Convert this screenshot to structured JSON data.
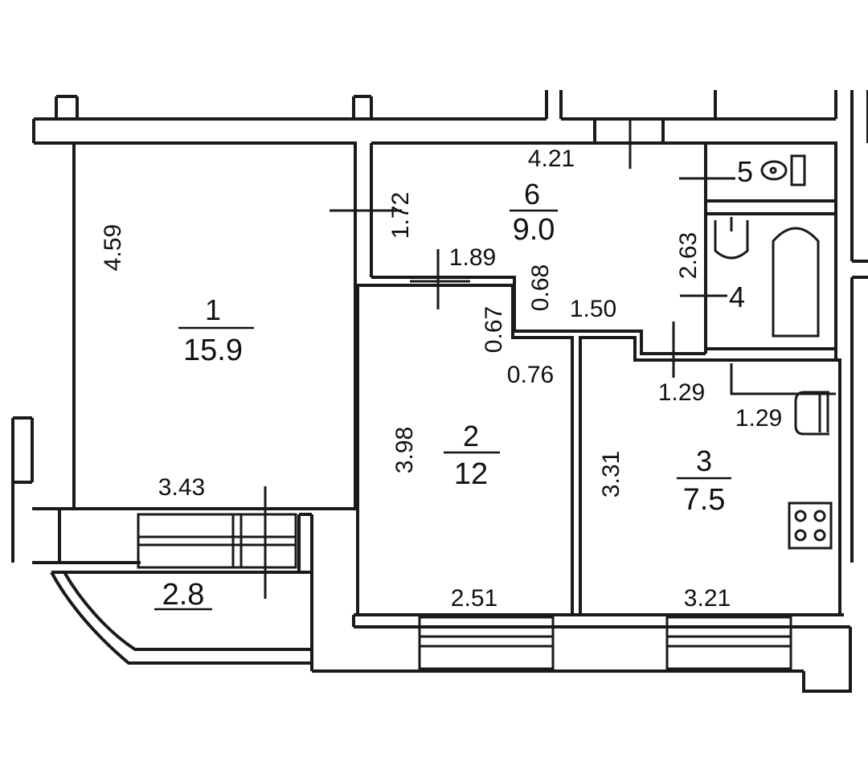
{
  "rooms": [
    {
      "number": "1",
      "area": "15.9"
    },
    {
      "number": "2",
      "area": "12"
    },
    {
      "number": "3",
      "area": "7.5"
    },
    {
      "number": "4"
    },
    {
      "number": "5"
    },
    {
      "number": "6",
      "area": "9.0"
    }
  ],
  "dimensions": {
    "room1_width": "3.43",
    "room1_height": "4.59",
    "room2_width": "2.51",
    "room2_height": "3.98",
    "room3_width": "3.21",
    "room3_height": "3.31",
    "hall_width": "4.21",
    "hall_height": "1.72",
    "corridor_1_89": "1.89",
    "corridor_0_68": "0.68",
    "corridor_0_67": "0.67",
    "corridor_0_76": "0.76",
    "corridor_1_50": "1.50",
    "bath_height": "2.63",
    "kitchen_1_29_a": "1.29",
    "kitchen_1_29_b": "1.29",
    "balcony": "2.8"
  }
}
